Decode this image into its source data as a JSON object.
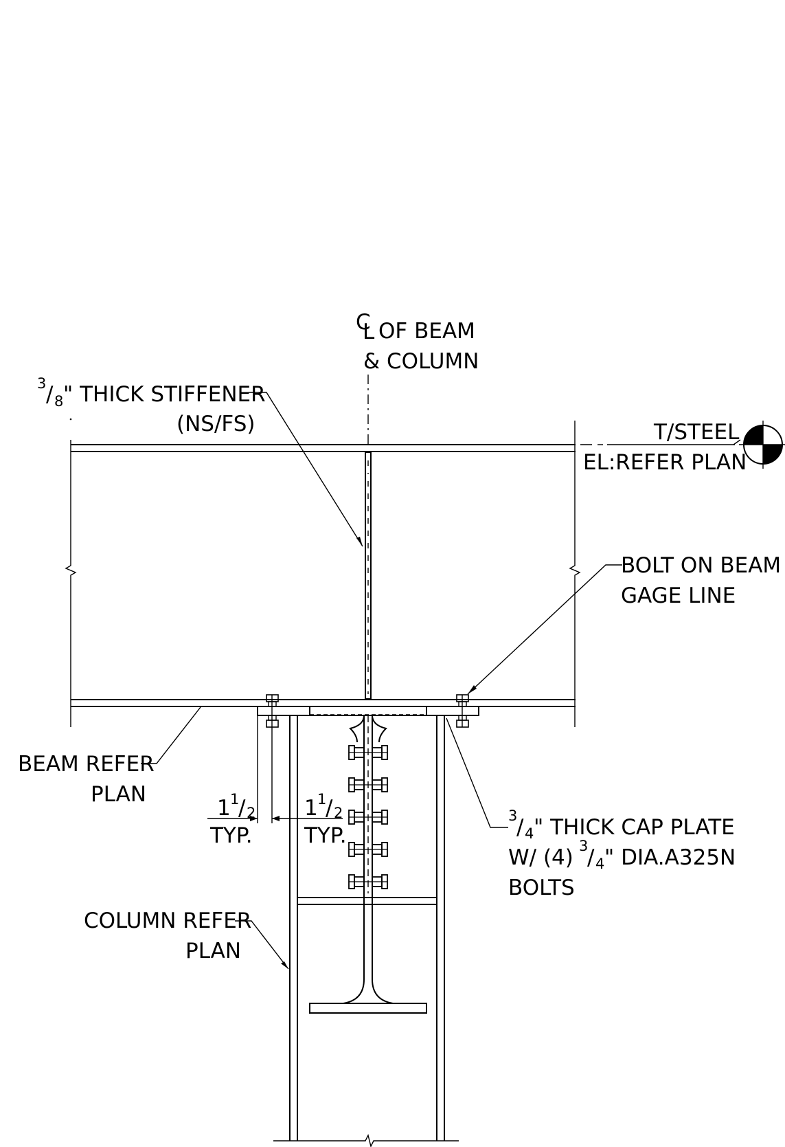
{
  "labels": {
    "cl_symbol": "C",
    "cl_symbol_l": "L",
    "centerline_line1": "OF BEAM",
    "centerline_line2": "& COLUMN",
    "stiffener_frac_num": "3",
    "stiffener_frac_den": "8",
    "stiffener_text": "\" THICK STIFFENER",
    "stiffener_side": "(NS/FS)",
    "tsteel": "T/STEEL",
    "elevation": "EL:REFER PLAN",
    "bolt_line1": "BOLT ON BEAM",
    "bolt_line2": "GAGE LINE",
    "beam_line1": "BEAM REFER",
    "beam_line2": "PLAN",
    "dim_whole": "1",
    "dim_num": "1",
    "dim_den": "2",
    "dim_typ": "TYP.",
    "cap_frac_num": "3",
    "cap_frac_den": "4",
    "cap_line1": "\" THICK CAP PLATE",
    "cap_line2_a": "W/ (4) ",
    "cap_line2_b": "\" DIA.A325N",
    "cap_line3": "BOLTS",
    "column_line1": "COLUMN REFER",
    "column_line2": "PLAN"
  },
  "column_bolt_count": 5
}
